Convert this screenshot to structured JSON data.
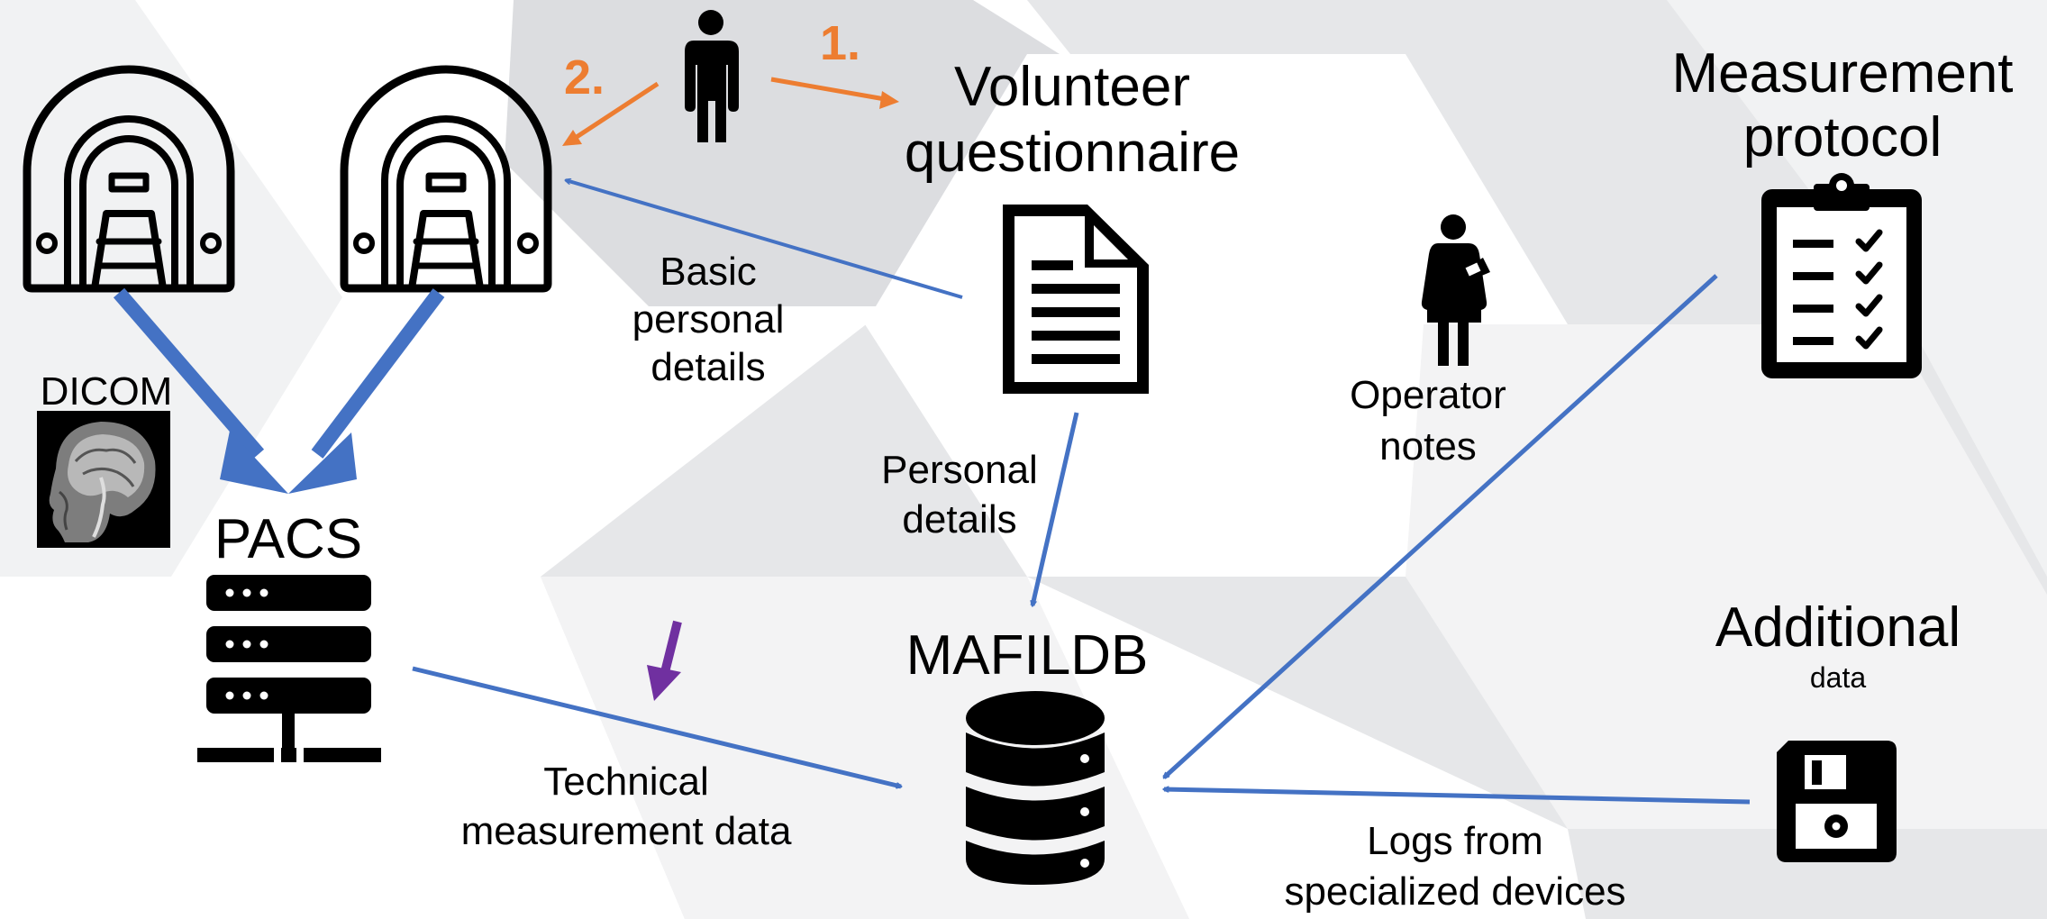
{
  "colors": {
    "flow_arrow": "#4472c4",
    "step_arrow": "#ed7d31",
    "step_label": "#ed7d31",
    "highlight_arrow": "#7030a0",
    "icon": "#000000",
    "background_light": "#ffffff",
    "background_gray": "#e6e7e9"
  },
  "steps": {
    "step1": "1.",
    "step2": "2."
  },
  "nodes": {
    "volunteer_questionnaire": {
      "line1": "Volunteer",
      "line2": "questionnaire",
      "icon": "document-icon"
    },
    "measurement_protocol": {
      "line1": "Measurement",
      "line2": "protocol",
      "icon": "clipboard-checklist-icon"
    },
    "dicom": {
      "label": "DICOM",
      "icon": "brain-mri-image"
    },
    "pacs": {
      "label": "PACS",
      "icon": "server-icon"
    },
    "mafildb": {
      "label": "MAFILDB",
      "icon": "database-icon"
    },
    "operator_notes": {
      "line1": "Operator",
      "line2": "notes",
      "icon": "operator-icon"
    },
    "additional_data": {
      "title": "Additional",
      "subtitle": "data",
      "icon": "floppy-disk-icon"
    },
    "volunteer": {
      "icon": "person-icon"
    },
    "scanners": {
      "icon": "mri-scanner-icon",
      "count": 2
    }
  },
  "edges": {
    "basic_personal_details": {
      "line1": "Basic",
      "line2": "personal",
      "line3": "details"
    },
    "personal_details": {
      "line1": "Personal",
      "line2": "details"
    },
    "technical_measurement_data": {
      "line1": "Technical",
      "line2": "measurement data"
    },
    "logs": {
      "line1": "Logs from",
      "line2": "specialized devices"
    }
  }
}
